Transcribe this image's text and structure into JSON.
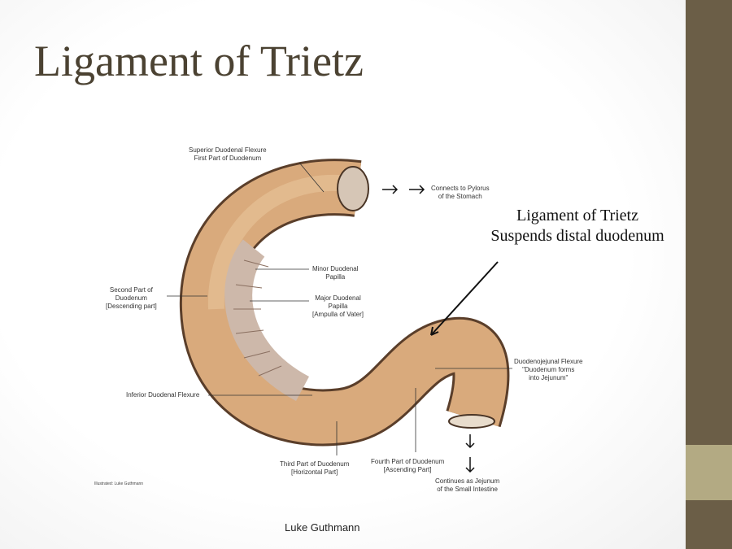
{
  "slide": {
    "title": "Ligament of Trietz",
    "author": "Luke Guthmann"
  },
  "annotation": {
    "line1": "Ligament of Trietz",
    "line2": "Suspends distal duodenum"
  },
  "labels": {
    "superior": [
      "Superior Duodenal Flexure",
      "First Part of Duodenum"
    ],
    "pylorus": [
      "Connects to Pylorus",
      "of the Stomach"
    ],
    "minor": [
      "Minor Duodenal",
      "Papilla"
    ],
    "major": [
      "Major Duodenal",
      "Papilla",
      "[Ampulla of Vater]"
    ],
    "second": [
      "Second Part of",
      "Duodenum",
      "[Descending part]"
    ],
    "inferior": "Inferior Duodenal Flexure",
    "dj": [
      "Duodenojejunal Flexure",
      "\"Duodenum forms",
      "into Jejunum\""
    ],
    "third": [
      "Third Part of Duodenum",
      "[Horizontal Part]"
    ],
    "fourth": [
      "Fourth Part of Duodenum",
      "[Ascending Part]"
    ],
    "jejunum": [
      "Continues as Jejunum",
      "of the Small Intestine"
    ],
    "credit": "Illustrated: Luke Guthmann"
  },
  "colors": {
    "sidebar": "#6b5e47",
    "sidebar_accent": "#b3aa83",
    "title": "#4b4232",
    "tissue": "#d8a878"
  }
}
